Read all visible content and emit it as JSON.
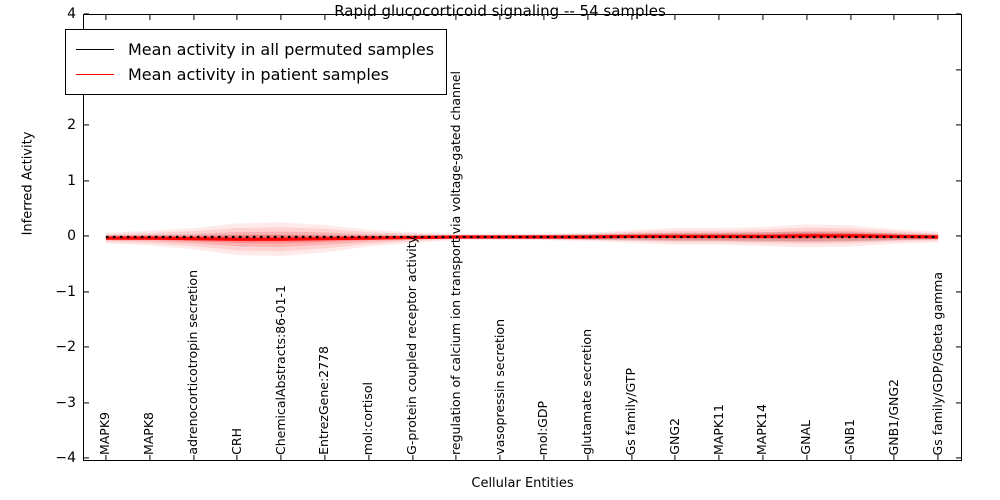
{
  "chart_data": {
    "type": "line",
    "title": "Rapid glucocorticoid signaling -- 54 samples",
    "xlabel": "Cellular Entities",
    "ylabel": "Inferred Activity",
    "ylim": [
      -4,
      4
    ],
    "yticks": [
      -4,
      -3,
      -2,
      -1,
      0,
      1,
      2,
      3,
      4
    ],
    "ytick_labels": [
      "−4",
      "−3",
      "−2",
      "−1",
      "0",
      "1",
      "2",
      "3",
      "4"
    ],
    "grid": false,
    "legend_position": "upper left",
    "categories": [
      "MAPK9",
      "MAPK8",
      "adrenocorticotropin secretion",
      "CRH",
      "ChemicalAbstracts:86-01-1",
      "EntrezGene:2778",
      "mol:cortisol",
      "G-protein coupled receptor activity",
      "regulation of calcium ion transport via voltage-gated channel",
      "vasopressin secretion",
      "mol:GDP",
      "glutamate secretion",
      "Gs family/GTP",
      "GNG2",
      "MAPK11",
      "MAPK14",
      "GNAL",
      "GNB1",
      "GNB1/GNG2",
      "Gs family/GDP/Gbeta gamma"
    ],
    "series": [
      {
        "name": "Mean activity in all permuted samples",
        "color": "#000000",
        "style": "dotted",
        "values": [
          0.0,
          0.0,
          0.0,
          0.0,
          0.0,
          0.0,
          0.0,
          0.0,
          0.0,
          0.0,
          0.0,
          0.0,
          0.0,
          0.0,
          0.0,
          0.0,
          0.0,
          0.0,
          0.0,
          0.0
        ],
        "band": [
          0.03,
          0.03,
          0.03,
          0.04,
          0.04,
          0.03,
          0.03,
          0.03,
          0.03,
          0.03,
          0.04,
          0.05,
          0.06,
          0.07,
          0.07,
          0.08,
          0.09,
          0.08,
          0.06,
          0.04
        ]
      },
      {
        "name": "Mean activity in patient samples",
        "color": "#ff0000",
        "style": "solid",
        "values": [
          -0.02,
          -0.02,
          -0.03,
          -0.04,
          -0.04,
          -0.03,
          -0.02,
          -0.01,
          0.0,
          0.0,
          0.0,
          0.0,
          0.01,
          0.01,
          0.01,
          0.01,
          0.02,
          0.02,
          0.01,
          0.0
        ],
        "band": [
          0.05,
          0.07,
          0.1,
          0.15,
          0.16,
          0.13,
          0.08,
          0.05,
          0.03,
          0.03,
          0.03,
          0.04,
          0.06,
          0.08,
          0.08,
          0.09,
          0.11,
          0.1,
          0.07,
          0.05
        ]
      }
    ],
    "legend": [
      {
        "label": "Mean activity in all permuted samples",
        "color": "#000000"
      },
      {
        "label": "Mean activity in patient samples",
        "color": "#ff0000"
      }
    ]
  },
  "colors": {
    "patient": "#ff0000",
    "permuted": "#000000",
    "patient_band": "#ff0000",
    "permuted_band": "#888888",
    "frame": "#000000",
    "background": "#ffffff"
  }
}
